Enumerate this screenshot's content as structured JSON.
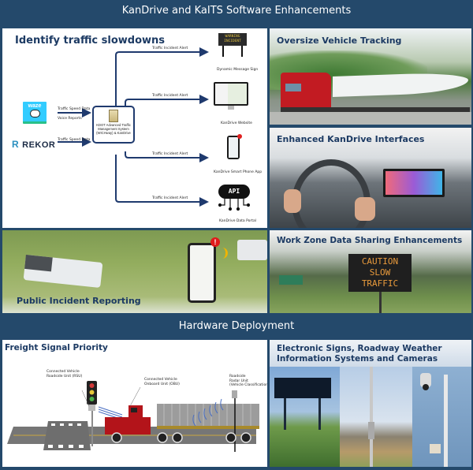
{
  "banners": {
    "software": "KanDrive and KaITS Software Enhancements",
    "hardware": "Hardware Deployment"
  },
  "software_panels": {
    "identify": {
      "title": "Identify traffic slowdowns",
      "sources": [
        {
          "name": "waze",
          "label": "waze",
          "flows": [
            "Traffic Speed Data",
            "Voice Reports"
          ]
        },
        {
          "name": "rekor",
          "label": "REKOR",
          "flows": [
            "Traffic Speed Data"
          ]
        }
      ],
      "hub": "KDOT Advanced Traffic Management System (WICHway) & KanDrive",
      "alert_label": "Traffic Incident Alert",
      "outputs": [
        {
          "label": "Dynamic Message Sign",
          "sign_text": [
            "WARNING",
            "INCIDENT"
          ]
        },
        {
          "label": "KanDrive Website"
        },
        {
          "label": "KanDrive Smart Phone App"
        },
        {
          "label": "KanDrive Data Portal",
          "icon_text": "API"
        }
      ]
    },
    "oversize": {
      "title": "Oversize Vehicle Tracking"
    },
    "interfaces": {
      "title": "Enhanced KanDrive Interfaces"
    },
    "public": {
      "title": "Public Incident Reporting"
    },
    "workzone": {
      "title": "Work Zone Data Sharing Enhancements",
      "sign_lines": [
        "CAUTION",
        "SLOW",
        "TRAFFIC"
      ]
    }
  },
  "hardware_panels": {
    "freight": {
      "title": "Freight Signal Priority",
      "labels": {
        "rsu": [
          "Connected Vehicle",
          "Roadside Unit (RSU)"
        ],
        "obu": [
          "Connected Vehicle",
          "Onboard Unit (OBU)"
        ],
        "radar": [
          "Roadside",
          "Radar Unit",
          "(Vehicle Classification)"
        ]
      }
    },
    "signs": {
      "title_line1": "Electronic Signs, Roadway Weather",
      "title_line2": "Information Systems and Cameras"
    }
  },
  "colors": {
    "navy": "#24496b",
    "title_blue": "#1c3a63",
    "arrow": "#1f3a6e",
    "truck_red": "#b3141a",
    "sign_amber": "#e89a3c"
  }
}
